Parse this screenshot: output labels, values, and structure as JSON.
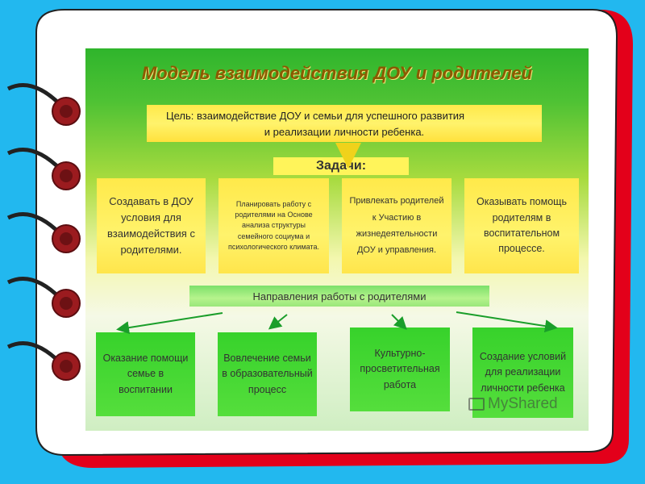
{
  "diagram": {
    "title": "Модель взаимодействия ДОУ и родителей",
    "goal": {
      "line1": "Цель: взаимодействие ДОУ и семьи для успешного развития",
      "line2": "и реализации личности ребенка."
    },
    "tasks_label": "Задачи:",
    "tasks": [
      "Создавать в ДОУ условия для взаимодействия с родителями.",
      "Планировать работу с родителями на Основе анализа структуры семейного социума и психологического климата.",
      "Привлекать родителей к Участию в жизнедеятельности ДОУ и управления.",
      "Оказывать помощь родителям в воспитательном процессе."
    ],
    "directions_label": "Направления работы с родителями",
    "directions": [
      "Оказание помощи семье в воспитании",
      "Вовлечение семьи в образовательный процесс",
      "Культурно-просветительная работа",
      "Создание условий для реализации личности ребенка"
    ]
  },
  "watermark": "MyShared",
  "colors": {
    "background": "#22b8ef",
    "notebook_shadow": "#e3001a",
    "ring": "#9b1b1f",
    "title": "#8a5a00",
    "box_yellow": "#fff36c",
    "box_green": "#37d22b",
    "arrow": "#1a9e2a"
  }
}
